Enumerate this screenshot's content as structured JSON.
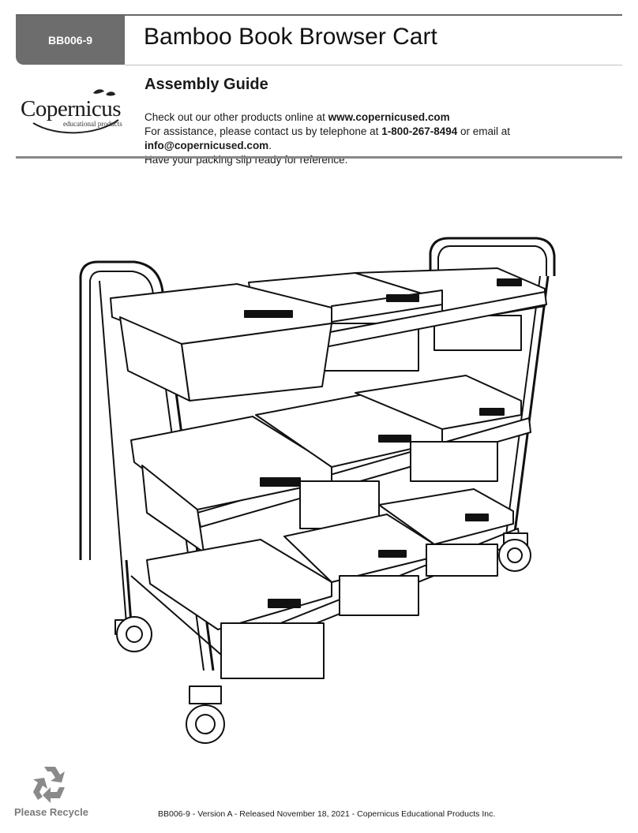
{
  "header": {
    "product_code": "BB006-9",
    "product_title": "Bamboo Book Browser Cart"
  },
  "logo": {
    "brand": "Copernicus",
    "tagline": "educational products"
  },
  "guide": {
    "title": "Assembly Guide",
    "line1_prefix": "Check out our other products online at ",
    "website": "www.copernicused.com",
    "line2_prefix": "For assistance, please contact us by telephone at ",
    "phone": "1-800-267-8494",
    "line2_mid": " or email at ",
    "email": "info@copernicused.com",
    "line2_suffix": ".",
    "line3": "Have your packing slip ready for reference."
  },
  "illustration": {
    "icon": "book-cart-illustration"
  },
  "footer": {
    "recycle_label": "Please Recycle",
    "recycle_icon": "recycle-icon",
    "version_text": "BB006-9 - Version A - Released November 18, 2021 - Copernicus Educational Products Inc."
  }
}
